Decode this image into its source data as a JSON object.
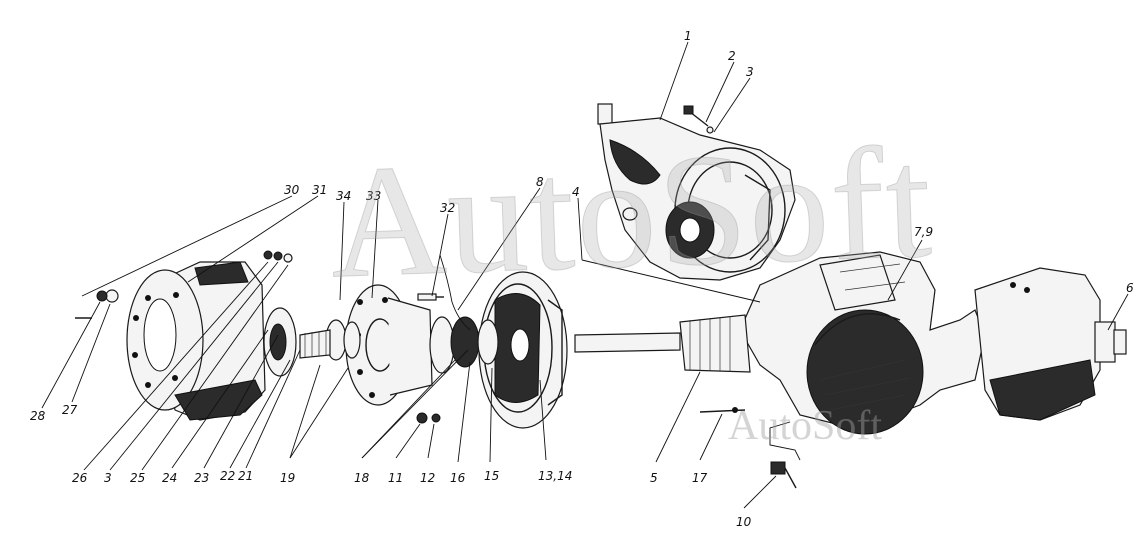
{
  "watermark": {
    "large_text": "AutoSoft",
    "small_text": "AutoSoft"
  },
  "callouts": {
    "c1": "1",
    "c2": "2",
    "c3_top": "3",
    "c4": "4",
    "c6": "6",
    "c7_9": "7,9",
    "c8": "8",
    "c30": "30",
    "c31": "31",
    "c34": "34",
    "c33": "33",
    "c32": "32",
    "c28": "28",
    "c27": "27",
    "c26": "26",
    "c3_bottom": "3",
    "c25": "25",
    "c24": "24",
    "c23": "23",
    "c22": "22",
    "c21": "21",
    "c19": "19",
    "c18": "18",
    "c11": "11",
    "c12": "12",
    "c16": "16",
    "c15": "15",
    "c13_14": "13,14",
    "c5": "5",
    "c17": "17",
    "c10": "10"
  },
  "colors": {
    "ink": "#1a1a1a",
    "paper": "#ffffff",
    "watermark": "#c8c8c8"
  }
}
